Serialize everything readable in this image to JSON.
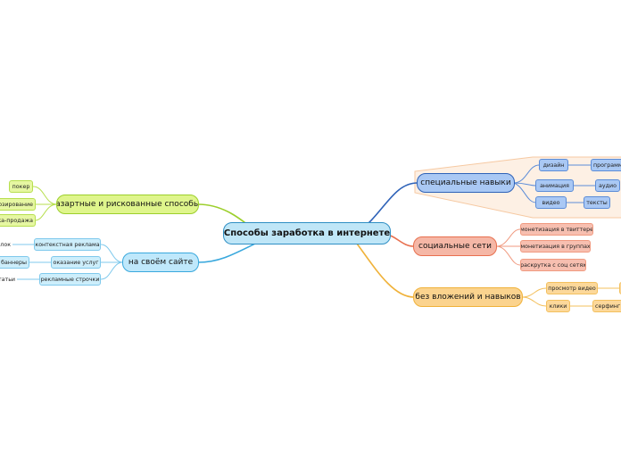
{
  "central": "Способы заработка в интернете",
  "branches": {
    "skills": {
      "label": "специальные навыки",
      "items": [
        "дизайн",
        "программирование",
        "анимация",
        "аудио",
        "видео",
        "тексты"
      ]
    },
    "social": {
      "label": "социальные сети",
      "items": [
        "монетизация в твиттере",
        "монетизация в группах",
        "раскрутка с соц сетях"
      ]
    },
    "noinvest": {
      "label": "без вложений и навыков",
      "items": [
        "просмотр видео",
        "клики",
        "серфинг"
      ]
    },
    "gambling": {
      "label": "азартные и рискованные способы",
      "items": [
        "покер",
        "ставки и прогнозирование",
        "скупка-продажа"
      ]
    },
    "website": {
      "label": "на своём сайте",
      "items": [
        "контекстная реклама",
        "оказание услуг",
        "рекламные строчки"
      ],
      "subitems": [
        "реклама в блок",
        "баннеры",
        "статьи"
      ]
    }
  },
  "colors": {
    "central": "#bfe6f7",
    "skills": "#2e62b8",
    "social": "#e8704f",
    "noinvest": "#f0b23a",
    "gambling": "#9ccf2b",
    "website": "#39a8dd"
  }
}
